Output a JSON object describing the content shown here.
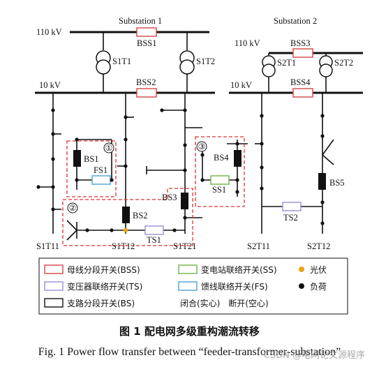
{
  "substations": {
    "s1": "Substation 1",
    "s2": "Substation 2"
  },
  "voltages": {
    "s1_hv": "110 kV",
    "s2_hv": "110 kV",
    "s1_lv": "10 kV",
    "s2_lv": "10 kV"
  },
  "transformers": {
    "s1t1": "S1T1",
    "s1t2": "S1T2",
    "s2t1": "S2T1",
    "s2t2": "S2T2"
  },
  "switches": {
    "bss1": "BSS1",
    "bss2": "BSS2",
    "bss3": "BSS3",
    "bss4": "BSS4",
    "bs1": "BS1",
    "bs2": "BS2",
    "bs3": "BS3",
    "bs4": "BS4",
    "bs5": "BS5",
    "fs1": "FS1",
    "ss1": "SS1",
    "ts1": "TS1",
    "ts2": "TS2"
  },
  "feeders": {
    "s1t11": "S1T11",
    "s1t12": "S1T12",
    "s1t21": "S1T21",
    "s2t11": "S2T11",
    "s2t12": "S2T12"
  },
  "regions": {
    "r1": "①",
    "r2": "②",
    "r3": "③"
  },
  "legend": {
    "bss": "母线分段开关(BSS)",
    "ts": "变压器联络开关(TS)",
    "bs": "支路分段开关(BS)",
    "ss": "变电站联络开关(SS)",
    "fs": "馈线联络开关(FS)",
    "closed_open": "闭合(实心)　断开(空心)",
    "pv": "光伏",
    "load": "负荷"
  },
  "colors": {
    "bss": "#d64545",
    "ts": "#9b8ed3",
    "bs": "#111111",
    "ss": "#72b548",
    "fs": "#4aa3d6",
    "pv": "#e8a317",
    "load": "#111111",
    "region": "#e03030"
  },
  "caption": {
    "cn": "图 1  配电网多级重构潮流转移",
    "en": "Fig. 1 Power flow transfer between “feeder-transformer-substation”"
  },
  "watermark": "CSDN @电网论文源程序"
}
